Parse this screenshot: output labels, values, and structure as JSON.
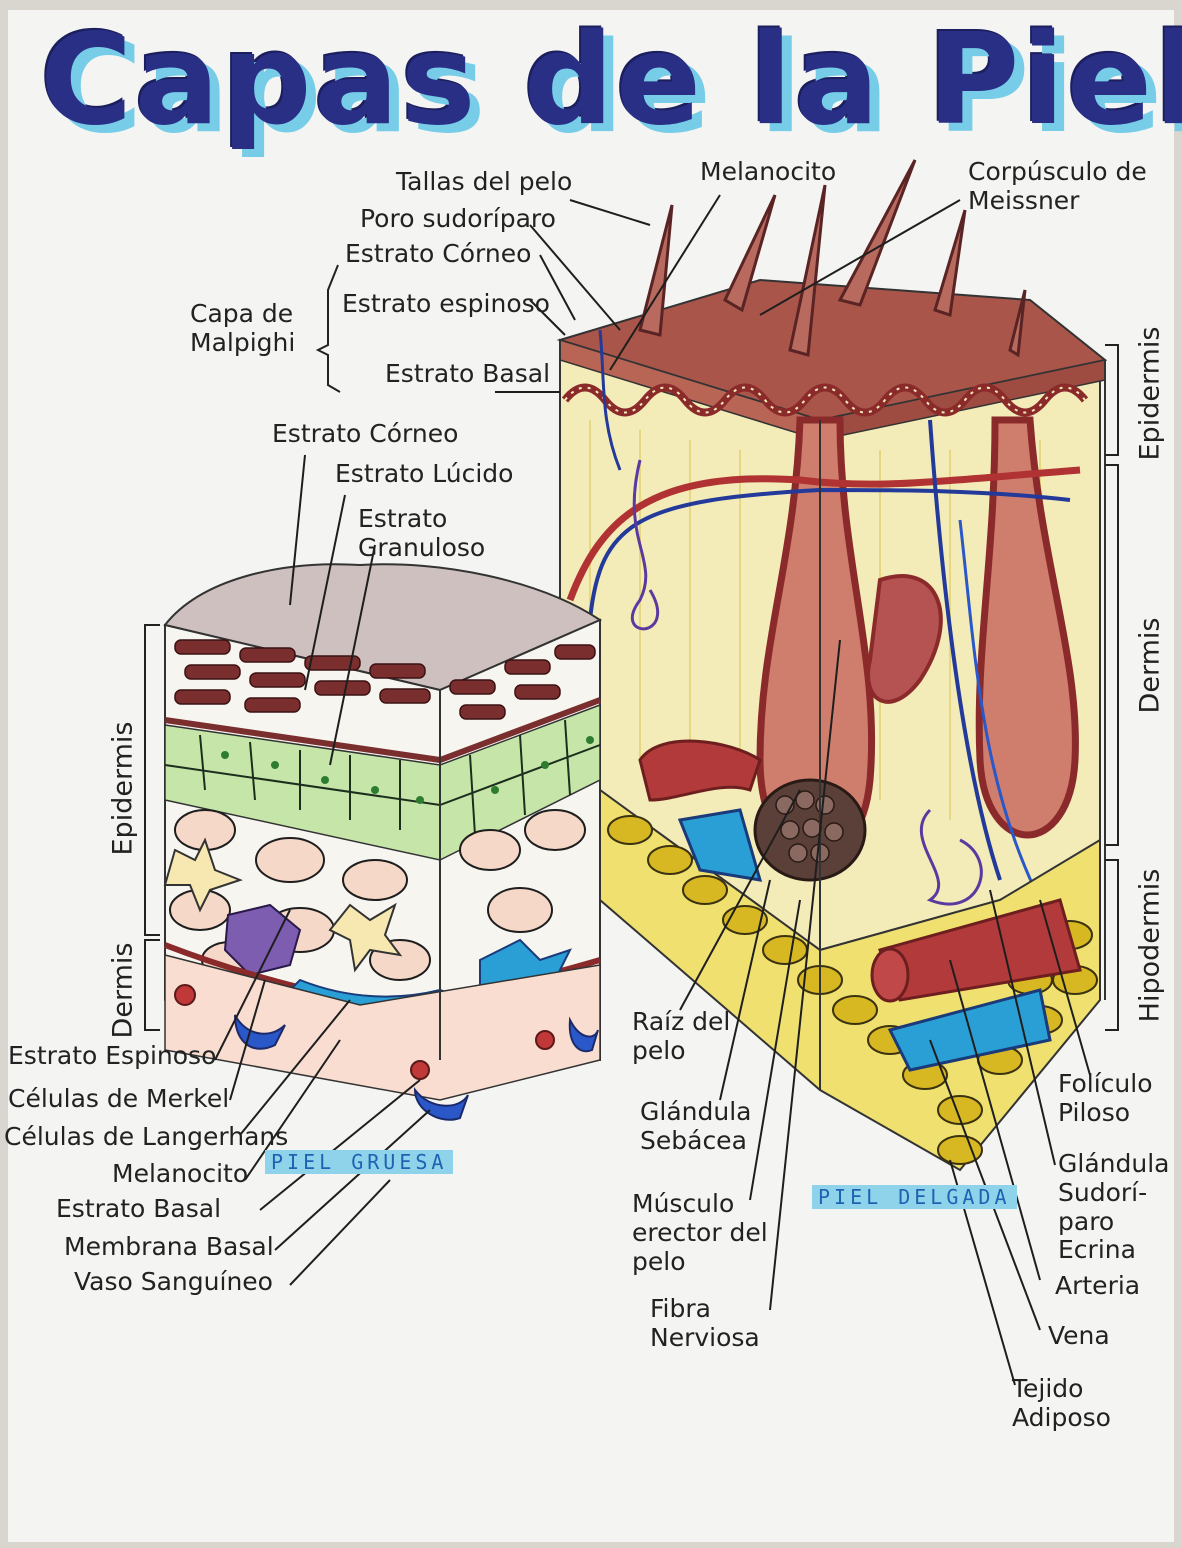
{
  "title": "Capas de la Piel",
  "thin_skin": {
    "caption": "PIEL DELGADA",
    "labels": {
      "hair_shafts": "Tallas del pelo",
      "melanocyte": "Melanocito",
      "meissner": "Corpúsculo de Meissner",
      "sweat_pore": "Poro sudoríparo",
      "corneum": "Estrato Córneo",
      "malpighi_group": "Capa de Malpighi",
      "spinosum": "Estrato espinoso",
      "basal": "Estrato Basal",
      "hair_root": "Raíz del pelo",
      "sebaceous": "Glándula Sebácea",
      "arrector": "Músculo erector del pelo",
      "nerve": "Fibra Nerviosa",
      "follicle": "Folículo Piloso",
      "sweat_gland": "Glándula Sudorí- paro Ecrina",
      "artery": "Arteria",
      "vein": "Vena",
      "adipose": "Tejido Adiposo"
    },
    "layers": {
      "epidermis": "Epidermis",
      "dermis": "Dermis",
      "hypodermis": "Hipodermis"
    }
  },
  "thick_skin": {
    "caption": "PIEL GRUESA",
    "labels": {
      "corneum": "Estrato Córneo",
      "lucidum": "Estrato Lúcido",
      "granulosum": "Estrato Granuloso",
      "spinosum": "Estrato Espinoso",
      "merkel": "Células de Merkel",
      "langerhans": "Células de Langerhans",
      "melanocyte": "Melanocito",
      "basal": "Estrato Basal",
      "basement": "Membrana Basal",
      "vessel": "Vaso Sanguíneo"
    },
    "layers": {
      "epidermis": "Epidermis",
      "dermis": "Dermis"
    }
  },
  "colors": {
    "title": "#2a2f86",
    "highlight": "#77cde8",
    "skin": "#9b3a3a",
    "fat": "#e8d23c",
    "vein_blue": "#2a9fd6",
    "epidermis_green": "#bfe3a0"
  }
}
